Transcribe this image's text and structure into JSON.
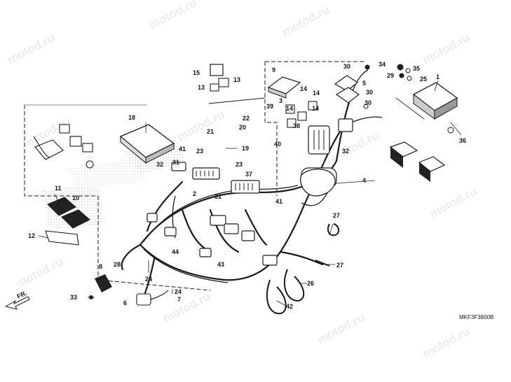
{
  "watermark": "motod.ru",
  "diagram_code": "MKF3F3800B",
  "direction_label": "FR.",
  "callouts": [
    "1",
    "2",
    "3",
    "4",
    "5",
    "6",
    "7",
    "8",
    "9",
    "10",
    "11",
    "12",
    "13",
    "14",
    "15",
    "18",
    "19",
    "20",
    "21",
    "22",
    "23",
    "24",
    "25",
    "26",
    "27",
    "28",
    "29",
    "30",
    "31",
    "32",
    "33",
    "34",
    "35",
    "36",
    "37",
    "38",
    "39",
    "40",
    "41",
    "42",
    "43",
    "44"
  ],
  "colors": {
    "line": "#1a1a1a",
    "watermark": "#ececec",
    "background": "#ffffff"
  }
}
